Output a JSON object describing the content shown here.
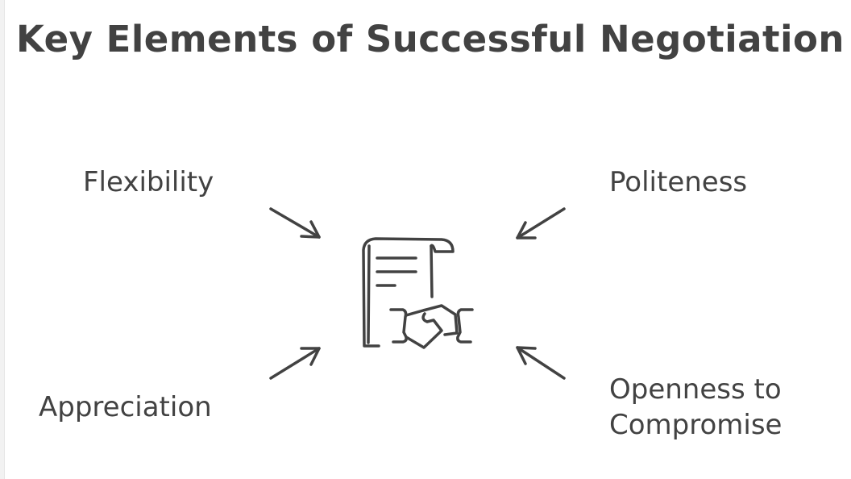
{
  "title": "Key Elements of Successful Negotiation",
  "elements": [
    {
      "label": "Flexibility"
    },
    {
      "label": "Politeness"
    },
    {
      "label": "Appreciation"
    },
    {
      "label": "Openness to",
      "label2": "Compromise"
    }
  ],
  "center_icon": "contract-handshake-icon",
  "colors": {
    "ink": "#424242",
    "background": "#ffffff"
  }
}
